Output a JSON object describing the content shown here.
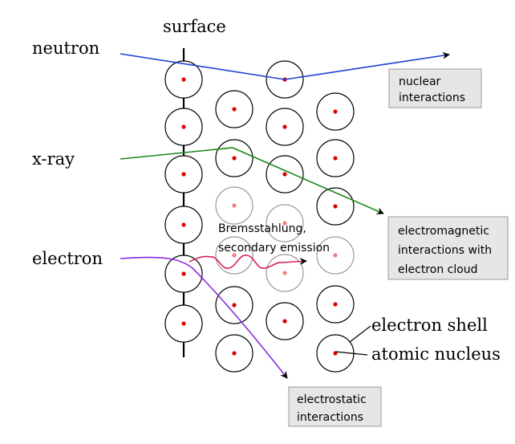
{
  "labels": {
    "surface": "surface",
    "neutron": "neutron",
    "xray": "x-ray",
    "electron": "electron",
    "bremsstrahlung_line1": "Bremsstahlung,",
    "bremsstrahlung_line2": "secondary emission",
    "electron_shell": "electron shell",
    "atomic_nucleus": "atomic nucleus"
  },
  "boxes": {
    "nuclear": {
      "line1": "nuclear",
      "line2": "interactions"
    },
    "electromagnetic": {
      "line1": "electromagnetic",
      "line2": "interactions with",
      "line3": "electron cloud"
    },
    "electrostatic": {
      "line1": "electrostatic",
      "line2": "interactions"
    }
  },
  "colors": {
    "neutron": "#1f3fd6",
    "xray": "#1a8a1a",
    "electron": "#8a2be2",
    "bremsstrahlung": "#d6206a",
    "nucleus": "#e00000",
    "nucleus_faded": "#f08080",
    "atom_faded": "#999999"
  }
}
